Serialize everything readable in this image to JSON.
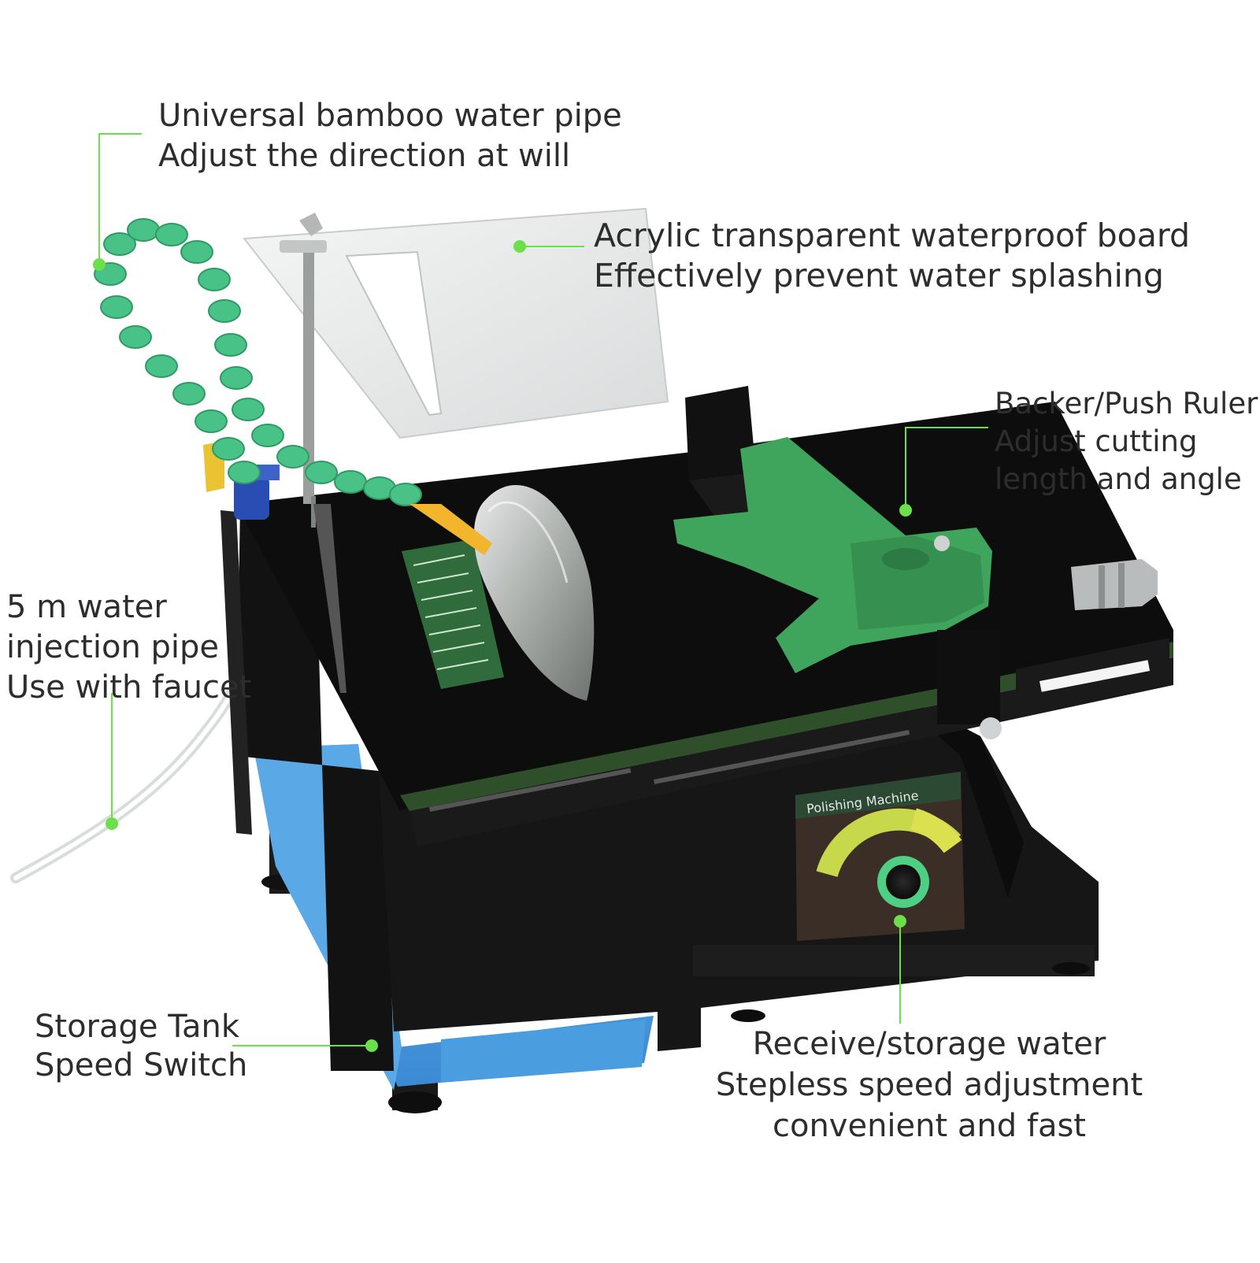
{
  "labels": {
    "pipe": [
      "Universal bamboo water pipe",
      "Adjust the direction at will"
    ],
    "acrylic": [
      "Acrylic transparent waterproof board",
      "Effectively prevent water splashing"
    ],
    "ruler": [
      "Backer/Push Ruler",
      "Adjust cutting",
      "length and angle"
    ],
    "injection": [
      "5 m water",
      "injection pipe",
      "Use with faucet"
    ],
    "storage": [
      "Storage Tank",
      "Speed Switch"
    ],
    "receive": [
      "Receive/storage water",
      "Stepless speed adjustment",
      "convenient and fast"
    ]
  },
  "machine": {
    "panel_label": "Polishing Machine"
  },
  "colors": {
    "callout_line": "#6be04a",
    "machine_body": "#141414",
    "hose_green": "#4cc38a",
    "ruler_green": "#3ea35a",
    "tank_blue": "#4a9ee0",
    "text": "#2d2d2d"
  }
}
